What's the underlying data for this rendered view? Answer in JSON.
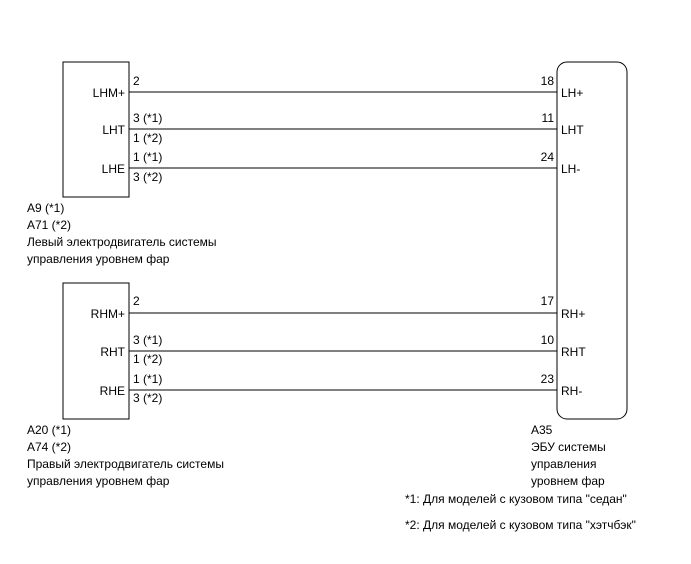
{
  "left_motor": {
    "codes": [
      "A9 (*1)",
      "A71 (*2)"
    ],
    "name_lines": [
      "Левый электродвигатель системы",
      "управления уровнем фар"
    ],
    "terminals": [
      {
        "label": "LHM+",
        "pins": [
          "2"
        ]
      },
      {
        "label": "LHT",
        "pins": [
          "3 (*1)",
          "1 (*2)"
        ]
      },
      {
        "label": "LHE",
        "pins": [
          "1 (*1)",
          "3 (*2)"
        ]
      }
    ]
  },
  "right_motor": {
    "codes": [
      "A20 (*1)",
      "A74 (*2)"
    ],
    "name_lines": [
      "Правый электродвигатель системы",
      "управления уровнем фар"
    ],
    "terminals": [
      {
        "label": "RHM+",
        "pins": [
          "2"
        ]
      },
      {
        "label": "RHT",
        "pins": [
          "3 (*1)",
          "1 (*2)"
        ]
      },
      {
        "label": "RHE",
        "pins": [
          "1 (*1)",
          "3 (*2)"
        ]
      }
    ]
  },
  "ecu": {
    "code": "A35",
    "name_lines": [
      "ЭБУ системы",
      "управления",
      "уровнем фар"
    ],
    "terminals": [
      {
        "label": "LH+",
        "pin": "18"
      },
      {
        "label": "LHT",
        "pin": "11"
      },
      {
        "label": "LH-",
        "pin": "24"
      },
      {
        "label": "RH+",
        "pin": "17"
      },
      {
        "label": "RHT",
        "pin": "10"
      },
      {
        "label": "RH-",
        "pin": "23"
      }
    ]
  },
  "footnotes": [
    "*1: Для моделей с кузовом типа \"седан\"",
    "*2: Для моделей с кузовом типа \"хэтчбэк\""
  ]
}
